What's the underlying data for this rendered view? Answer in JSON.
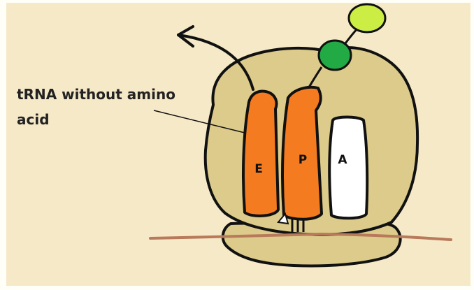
{
  "annotation": {
    "line1": "tRNA without amino",
    "line2": "acid"
  },
  "sites": {
    "e": "E",
    "p": "P",
    "a": "A"
  },
  "colors": {
    "background": "#f6e9c8",
    "ribosome": "#dccb8a",
    "trna": "#f47b20",
    "a_site": "#ffffff",
    "mrna": "#b87a5a",
    "amino_acid_dark": "#22aa44",
    "amino_acid_light": "#ccee44",
    "outline": "#111111"
  }
}
